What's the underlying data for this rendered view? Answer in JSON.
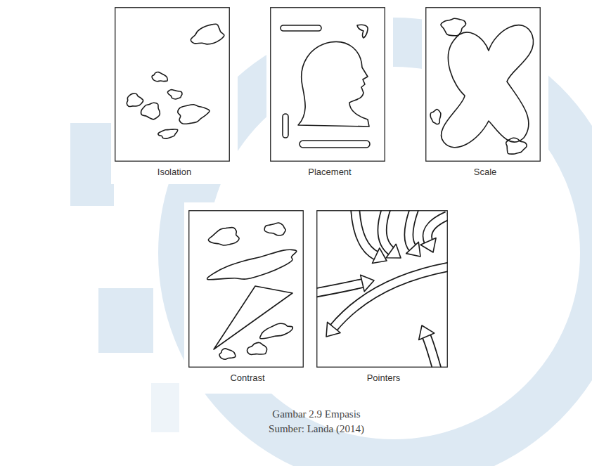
{
  "diagram": {
    "caption": "Gambar 2.9 Empasis",
    "nodes": [
      {
        "text": [
          "Isolation"
        ]
      },
      {
        "text": [
          "Placement"
        ]
      },
      {
        "text": [
          "Scale"
        ]
      },
      {
        "text": [
          "Contrast"
        ]
      },
      {
        "text": [
          "Pointers"
        ]
      }
    ],
    "labels": [
      "Sumber: Landa (2014)"
    ]
  }
}
